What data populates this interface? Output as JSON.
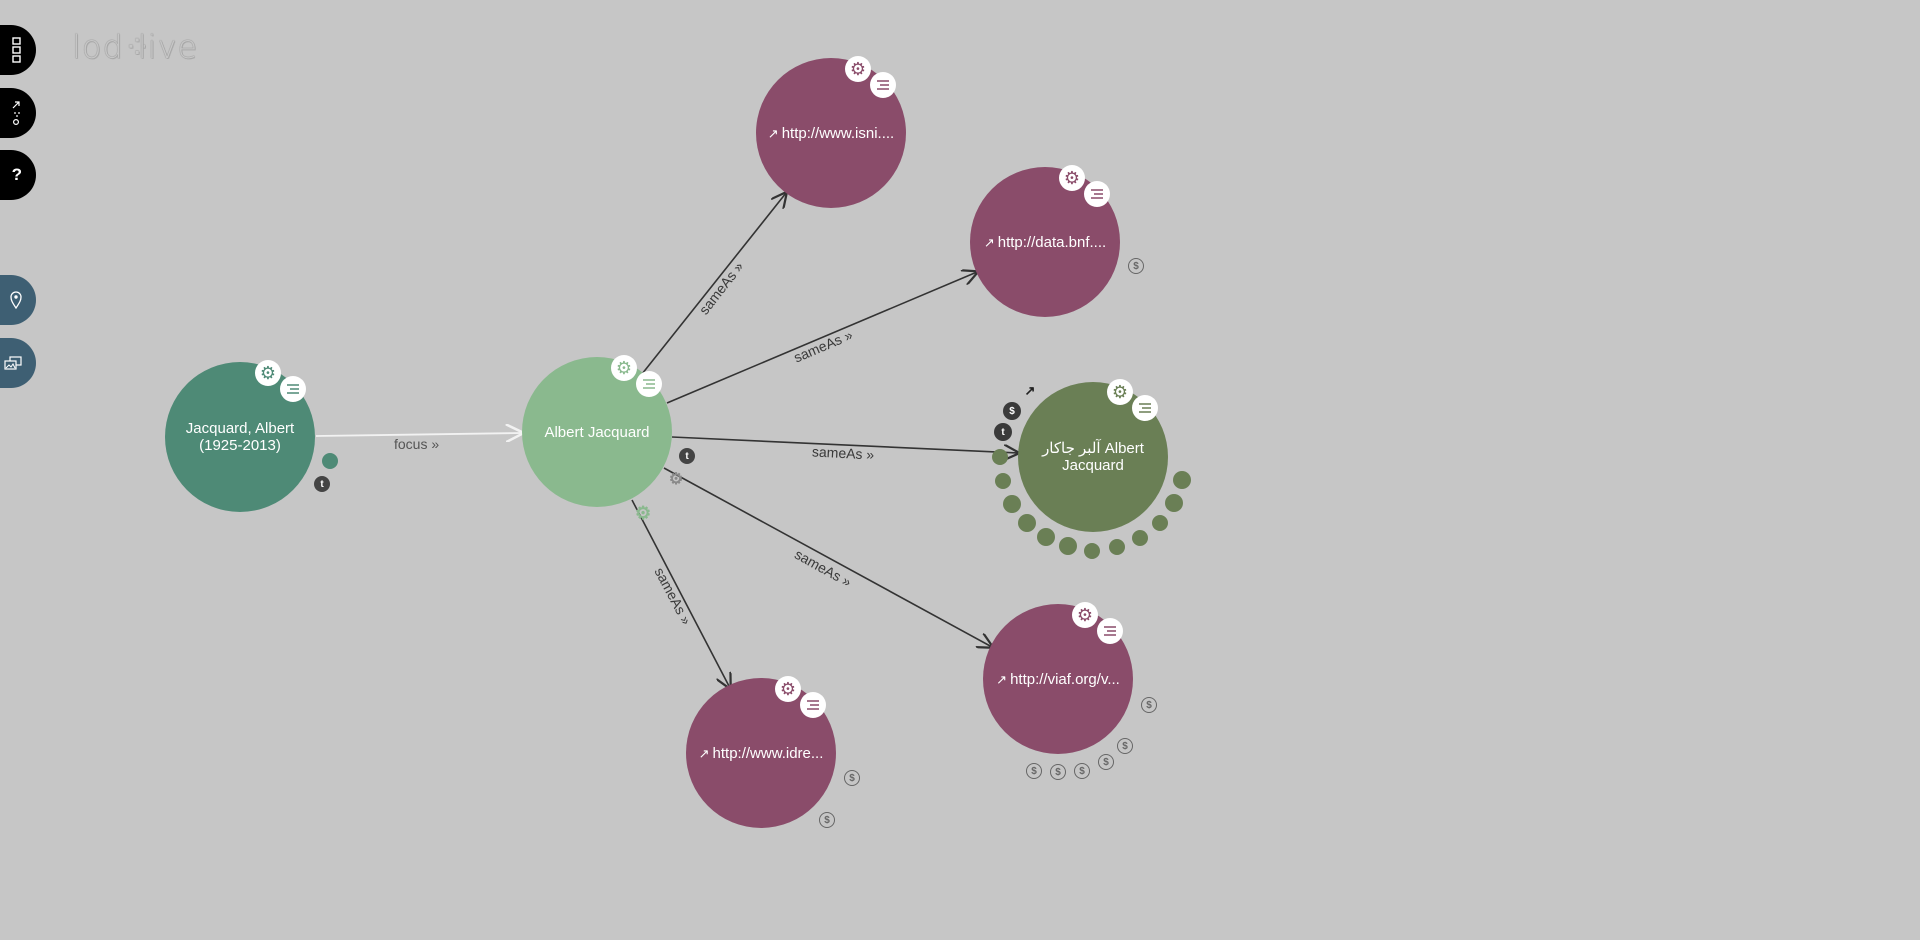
{
  "app": {
    "logo_left": "lod",
    "logo_right": "live"
  },
  "toolbar": {
    "items": [
      {
        "id": "map",
        "icon": "grid-icon"
      },
      {
        "id": "relations",
        "icon": "relations-icon"
      },
      {
        "id": "help",
        "icon": "question-icon",
        "label": "?"
      },
      {
        "id": "geo",
        "icon": "map-pin-icon"
      },
      {
        "id": "images",
        "icon": "images-icon"
      }
    ]
  },
  "colors": {
    "background": "#c6c6c6",
    "teal": "#4e8a76",
    "light_green": "#8ab98e",
    "olive": "#6a7f55",
    "mauve": "#8a4c6a"
  },
  "graph": {
    "nodes": {
      "jacquard": {
        "label_line1": "Jacquard, Albert",
        "label_line2": "(1925-2013)"
      },
      "center": {
        "label": "Albert Jacquard"
      },
      "isni": {
        "prefix": "↗",
        "label": "http://www.isni...."
      },
      "bnf": {
        "prefix": "↗",
        "label": "http://data.bnf...."
      },
      "olive": {
        "label_line1": "آلبر جاکار Albert",
        "label_line2": "Jacquard"
      },
      "viaf": {
        "prefix": "↗",
        "label": "http://viaf.org/v..."
      },
      "idref": {
        "prefix": "↗",
        "label": "http://www.idre..."
      }
    },
    "edges": {
      "focus": "focus »",
      "sameas_isni": "sameAs »",
      "sameas_bnf": "sameAs »",
      "sameas_olive": "sameAs »",
      "sameas_viaf": "sameAs »",
      "sameas_idref": "sameAs »"
    },
    "glyphs": {
      "dollar": "$",
      "t": "t",
      "gear": "⚙"
    }
  }
}
